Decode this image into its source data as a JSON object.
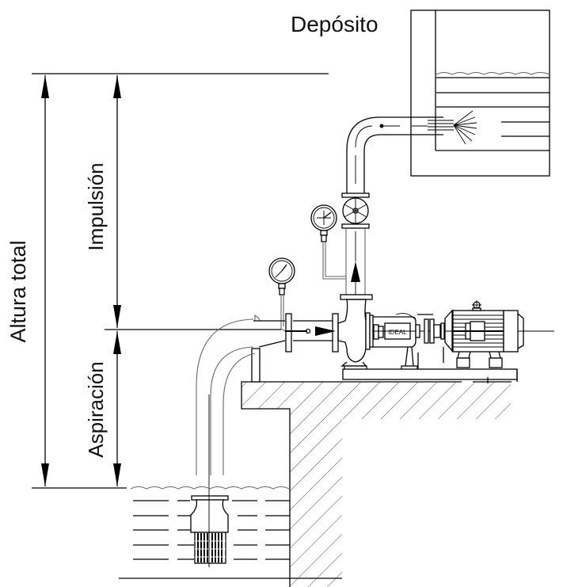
{
  "diagram": {
    "title": "Bomba centrífuga: altura de aspiración e impulsión",
    "labels": {
      "tank": "Depósito",
      "total_height": "Altura total",
      "discharge": "Impulsión",
      "suction": "Aspiración",
      "pump_brand": "IDEAL"
    },
    "components": [
      "depósito",
      "tubería de impulsión",
      "válvula",
      "manómetro",
      "vacuómetro",
      "bomba centrífuga",
      "acoplamiento",
      "motor eléctrico",
      "bancada",
      "tubería de aspiración",
      "válvula de pie con filtro",
      "pozo de aspiración"
    ],
    "colors": {
      "line": "#000000",
      "background": "#ffffff"
    }
  }
}
